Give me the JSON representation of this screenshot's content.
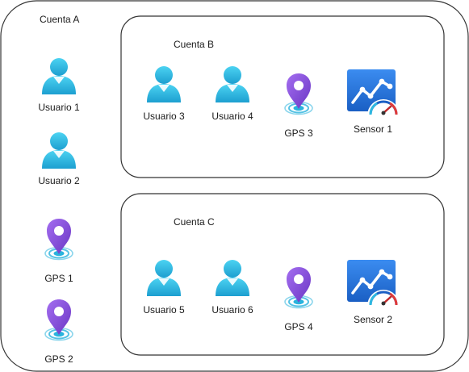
{
  "accounts": {
    "a": {
      "title": "Cuenta A",
      "users": [
        "Usuario 1",
        "Usuario 2"
      ],
      "gps": [
        "GPS 1",
        "GPS 2"
      ]
    },
    "b": {
      "title": "Cuenta B",
      "users": [
        "Usuario 3",
        "Usuario 4"
      ],
      "gps": [
        "GPS 3"
      ],
      "sensors": [
        "Sensor 1"
      ]
    },
    "c": {
      "title": "Cuenta C",
      "users": [
        "Usuario 5",
        "Usuario 6"
      ],
      "gps": [
        "GPS 4"
      ],
      "sensors": [
        "Sensor 2"
      ]
    }
  },
  "icons": {
    "user": "user-icon",
    "gps": "gps-pin-icon",
    "sensor": "sensor-gauge-icon"
  },
  "colors": {
    "user_blue": "#2fb9e0",
    "gps_purple": "#8a4fd8",
    "gps_ring": "#29b3dd",
    "sensor_blue": "#1f74d6",
    "border": "#333333"
  }
}
